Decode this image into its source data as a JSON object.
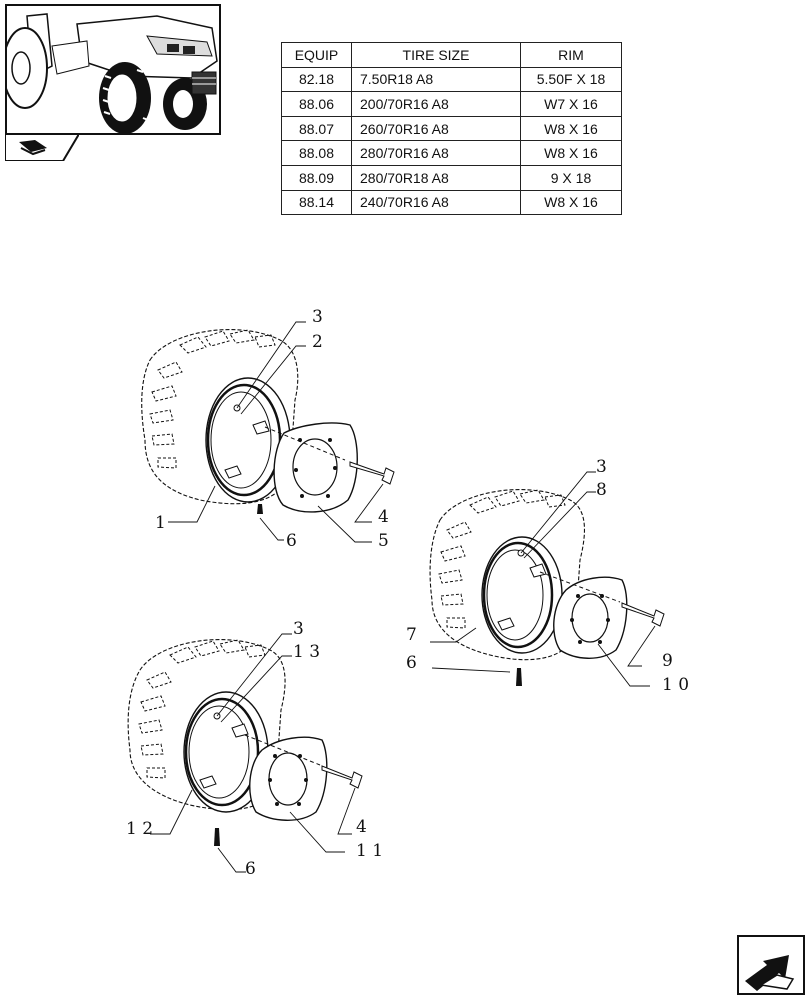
{
  "table": {
    "headers": [
      "EQUIP",
      "TIRE SIZE",
      "RIM"
    ],
    "rows": [
      [
        "82.18",
        "7.50R18 A8",
        "5.50F X 18"
      ],
      [
        "88.06",
        "200/70R16 A8",
        "W7 X 16"
      ],
      [
        "88.07",
        "260/70R16 A8",
        "W8 X 16"
      ],
      [
        "88.08",
        "280/70R16 A8",
        "W8 X 16"
      ],
      [
        "88.09",
        "280/70R18 A8",
        "9 X 18"
      ],
      [
        "88.14",
        "240/70R16 A8",
        "W8 X 16"
      ]
    ]
  },
  "callouts": {
    "a3": "3",
    "a2": "2",
    "a1": "1",
    "a4": "4",
    "a6": "6",
    "a5": "5",
    "b3": "3",
    "b8": "8",
    "b7": "7",
    "b6": "6",
    "b9": "9",
    "b10": "1 0",
    "c3": "3",
    "c13": "1 3",
    "c12": "1 2",
    "c4": "4",
    "c11": "1 1",
    "c6": "6"
  },
  "icons": {
    "thumbnail": "tractor-front-wheel-thumbnail",
    "tab": "book-page-icon",
    "nav": "next-page-arrow-icon"
  }
}
